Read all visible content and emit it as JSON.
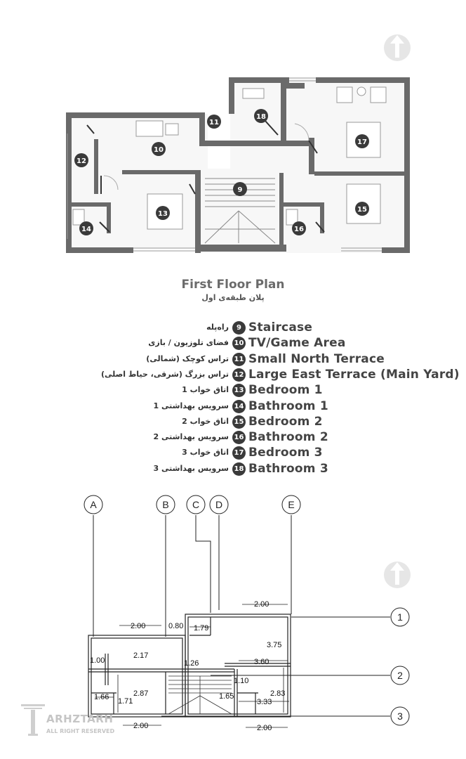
{
  "plan_title_en": "First Floor Plan",
  "plan_title_fa": "پلان طبقه‌ی اول",
  "room_tags": [
    "18",
    "11",
    "17",
    "10",
    "12",
    "9",
    "13",
    "15",
    "14",
    "16"
  ],
  "legend": [
    {
      "num": "9",
      "en": "Staircase",
      "fa": "راه‌پله"
    },
    {
      "num": "10",
      "en": "TV/Game Area",
      "fa": "فضای تلوزیون / بازی"
    },
    {
      "num": "11",
      "en": "Small North Terrace",
      "fa": "تراس کوچک (شمالی)"
    },
    {
      "num": "12",
      "en": "Large East Terrace (Main Yard)",
      "fa": "تراس بزرگ (شرقی، حیاط اصلی)"
    },
    {
      "num": "13",
      "en": "Bedroom 1",
      "fa": "اتاق خواب 1"
    },
    {
      "num": "14",
      "en": "Bathroom 1",
      "fa": "سرویس بهداشتی 1"
    },
    {
      "num": "15",
      "en": "Bedroom 2",
      "fa": "اتاق خواب 2"
    },
    {
      "num": "16",
      "en": "Bathroom 2",
      "fa": "سرویس بهداشتی 2"
    },
    {
      "num": "17",
      "en": "Bedroom 3",
      "fa": "اتاق خواب 3"
    },
    {
      "num": "18",
      "en": "Bathroom 3",
      "fa": "سرویس بهداشتی 3"
    }
  ],
  "grid_columns": [
    "A",
    "B",
    "C",
    "D",
    "E"
  ],
  "grid_rows": [
    "1",
    "2",
    "3"
  ],
  "dimensions": {
    "top_right": "2.00",
    "top_left": "2.00",
    "d080": "0.80",
    "d179": "1.79",
    "d375": "3.75",
    "d100": "1.00",
    "d217": "2.17",
    "d126": "1.26",
    "d360": "3.60",
    "d110": "1.10",
    "d283": "2.83",
    "d166": "1.66",
    "d171": "1.71",
    "d287": "2.87",
    "d165": "1.65",
    "d333": "3.33",
    "bottom_left": "2.00",
    "bottom_right": "2.00"
  },
  "watermark": {
    "brand": "ARHZTARH",
    "rights": "ALL RIGHT RESERVED"
  }
}
